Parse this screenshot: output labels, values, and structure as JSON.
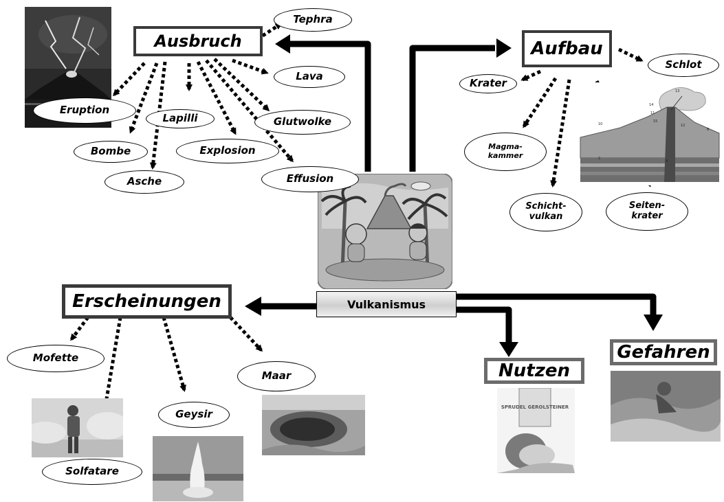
{
  "center": {
    "label": "Vulkanismus"
  },
  "categories": {
    "ausbruch": "Ausbruch",
    "aufbau": "Aufbau",
    "erscheinungen": "Erscheinungen",
    "nutzen": "Nutzen",
    "gefahren": "Gefahren"
  },
  "terms": {
    "tephra": "Tephra",
    "lava": "Lava",
    "eruption": "Eruption",
    "lapilli": "Lapilli",
    "glutwolke": "Glutwolke",
    "bombe": "Bombe",
    "explosion": "Explosion",
    "effusion": "Effusion",
    "asche": "Asche",
    "schlot": "Schlot",
    "krater": "Krater",
    "magmakammer_1": "Magma-",
    "magmakammer_2": "kammer",
    "schichtvulkan_1": "Schicht-",
    "schichtvulkan_2": "vulkan",
    "seitenkrater_1": "Seiten-",
    "seitenkrater_2": "krater",
    "mofette": "Mofette",
    "maar": "Maar",
    "geysir": "Geysir",
    "solfatare": "Solfatare"
  },
  "volcano_labels": [
    "13",
    "14",
    "11",
    "15",
    "12",
    "10",
    "8",
    "2",
    "9"
  ],
  "bottle_label": "SPRUDEL GEROLSTEINER",
  "colors": {
    "box_border": "#3a3a3a",
    "gray_border": "#6b6b6b",
    "arrow": "#000000"
  }
}
